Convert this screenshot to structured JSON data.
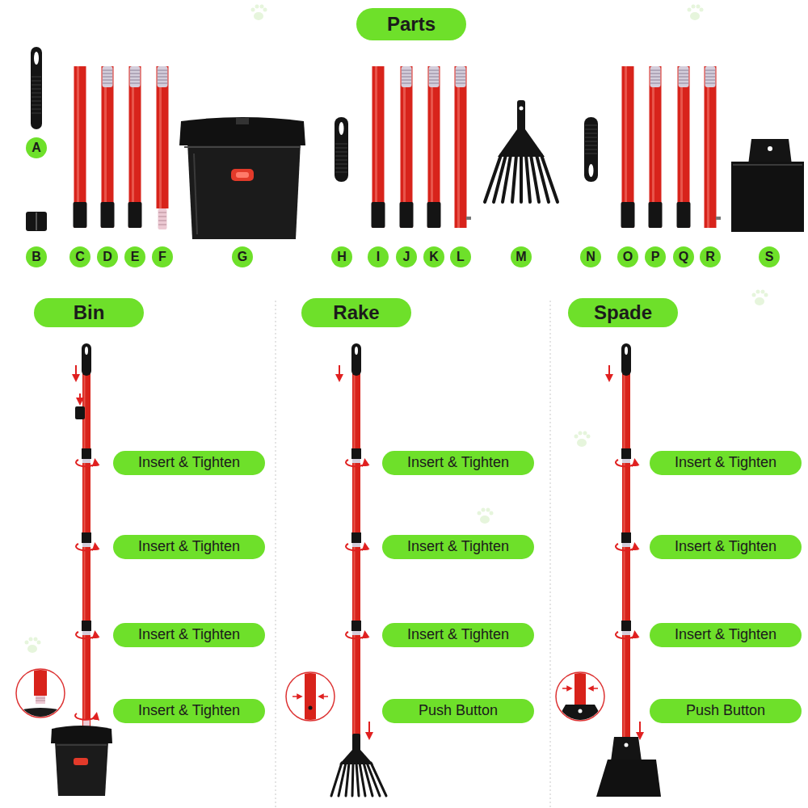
{
  "diagram": {
    "nodes": [
      {
        "text": [
          "Parts"
        ]
      },
      {
        "text": [
          "A"
        ]
      },
      {
        "text": [
          "B"
        ]
      },
      {
        "text": [
          "C"
        ]
      },
      {
        "text": [
          "D"
        ]
      },
      {
        "text": [
          "E"
        ]
      },
      {
        "text": [
          "F"
        ]
      },
      {
        "text": [
          "G"
        ]
      },
      {
        "text": [
          "H"
        ]
      },
      {
        "text": [
          "I"
        ]
      },
      {
        "text": [
          "J"
        ]
      },
      {
        "text": [
          "K"
        ]
      },
      {
        "text": [
          "L"
        ]
      },
      {
        "text": [
          "M"
        ]
      },
      {
        "text": [
          "N"
        ]
      },
      {
        "text": [
          "O"
        ]
      },
      {
        "text": [
          "P"
        ]
      },
      {
        "text": [
          "Q"
        ]
      },
      {
        "text": [
          "R"
        ]
      },
      {
        "text": [
          "S"
        ]
      },
      {
        "text": [
          "Bin"
        ]
      },
      {
        "text": [
          "Rake"
        ]
      },
      {
        "text": [
          "Spade"
        ]
      },
      {
        "text": [
          "Insert & Tighten"
        ]
      },
      {
        "text": [
          "Insert & Tighten"
        ]
      },
      {
        "text": [
          "Insert & Tighten"
        ]
      },
      {
        "text": [
          "Insert & Tighten"
        ]
      },
      {
        "text": [
          "Insert & Tighten"
        ]
      },
      {
        "text": [
          "Insert & Tighten"
        ]
      },
      {
        "text": [
          "Insert & Tighten"
        ]
      },
      {
        "text": [
          "Push Button"
        ]
      },
      {
        "text": [
          "Insert & Tighten"
        ]
      },
      {
        "text": [
          "Insert & Tighten"
        ]
      },
      {
        "text": [
          "Insert & Tighten"
        ]
      },
      {
        "text": [
          "Push Button"
        ]
      }
    ]
  }
}
